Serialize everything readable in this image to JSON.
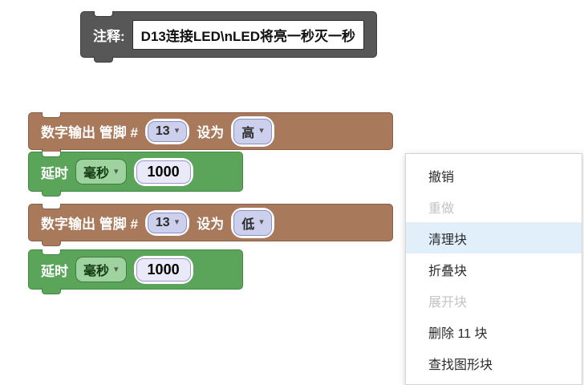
{
  "workspace": {
    "background": "#ffffff"
  },
  "icons": {
    "dropdown_arrow": "▾"
  },
  "comment_block": {
    "label": "注释:",
    "text": "D13连接LED\\nLED将亮一秒灭一秒",
    "color": "#575757"
  },
  "blocks": [
    {
      "type": "digital_write",
      "label_prefix": "数字输出 管脚 #",
      "pin": "13",
      "label_set": "设为",
      "level": "高",
      "color": "#a8795a"
    },
    {
      "type": "delay",
      "label": "延时",
      "unit": "毫秒",
      "duration": "1000",
      "color": "#5aa55a"
    },
    {
      "type": "digital_write",
      "label_prefix": "数字输出 管脚 #",
      "pin": "13",
      "label_set": "设为",
      "level": "低",
      "color": "#a8795a"
    },
    {
      "type": "delay",
      "label": "延时",
      "unit": "毫秒",
      "duration": "1000",
      "color": "#5aa55a"
    }
  ],
  "context_menu": {
    "highlight_color": "#e1effa",
    "items": [
      {
        "label": "撤销",
        "state": "enabled"
      },
      {
        "label": "重做",
        "state": "disabled"
      },
      {
        "label": "清理块",
        "state": "hovered"
      },
      {
        "label": "折叠块",
        "state": "enabled"
      },
      {
        "label": "展开块",
        "state": "disabled"
      },
      {
        "label": "删除 11 块",
        "state": "enabled"
      },
      {
        "label": "查找图形块",
        "state": "enabled"
      }
    ]
  }
}
